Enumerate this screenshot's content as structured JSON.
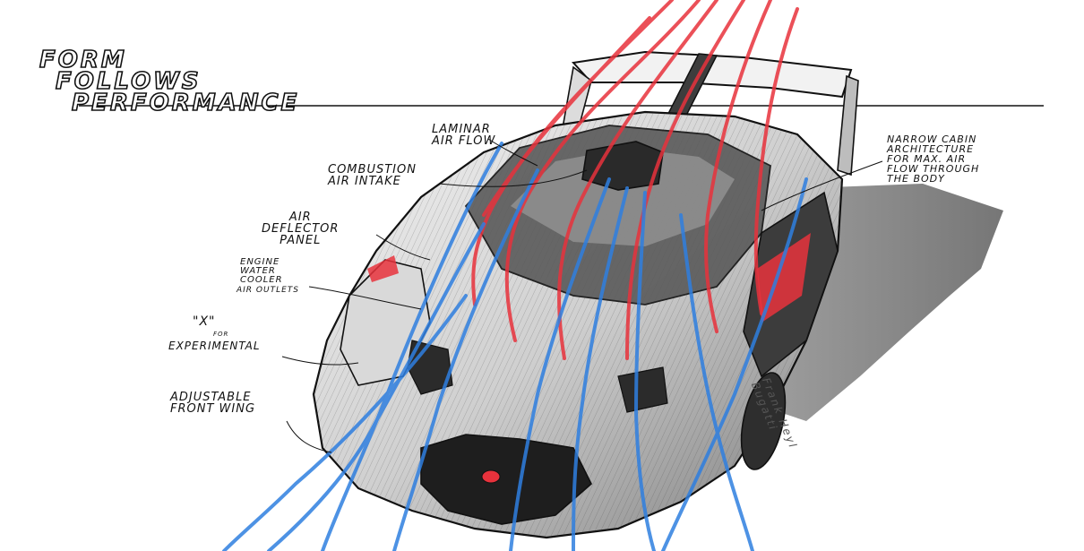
{
  "title": {
    "line1": "Form",
    "line2": "Follows",
    "line3": "Performance"
  },
  "annotations": {
    "laminar": "Laminar\nAir Flow",
    "combustion": "Combustion\nAir Intake",
    "deflector": "Air\nDeflector\nPanel",
    "engine": "Engine\nWater\nCooler",
    "engine_outlets": "Air Outlets",
    "x_mark": "\"X\"",
    "x_for": "for",
    "x_exp": "Experimental",
    "front_wing": "Adjustable\nFront Wing",
    "narrow_cabin": "Narrow Cabin\nArchitecture\nfor Max. Air\nFlow Through\nthe Body"
  },
  "signature": "Frank Heyl\nBugatti",
  "colors": {
    "ink": "#111111",
    "airflow_red": "#e8323c",
    "airflow_blue": "#2f7fe0",
    "shadow": "#6f6f6f",
    "body_light": "#e9e9e9",
    "body_dark": "#4a4a4a"
  }
}
